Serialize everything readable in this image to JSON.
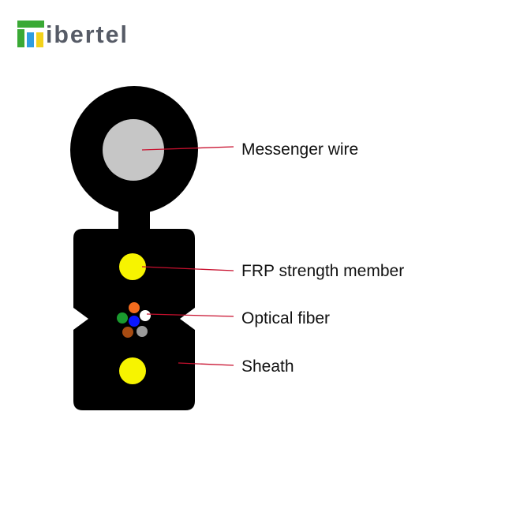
{
  "logo": {
    "text": "fibertel",
    "visible_text": "ibertel",
    "brand_colors": [
      "#3aa935",
      "#2f9de0",
      "#f3d21b"
    ]
  },
  "labels": {
    "messenger_wire": "Messenger wire",
    "frp_strength_member": "FRP strength member",
    "optical_fiber": "Optical fiber",
    "sheath": "Sheath"
  },
  "colors": {
    "sheath": "#000000",
    "messenger_wire": "#c6c6c6",
    "frp_member": "#f7f400",
    "leader_line": "#c8102e",
    "fibers": [
      "#f26b1d",
      "#ffffff",
      "#1a9a2e",
      "#0b17ff",
      "#a64b12",
      "#9b9b9b"
    ]
  }
}
